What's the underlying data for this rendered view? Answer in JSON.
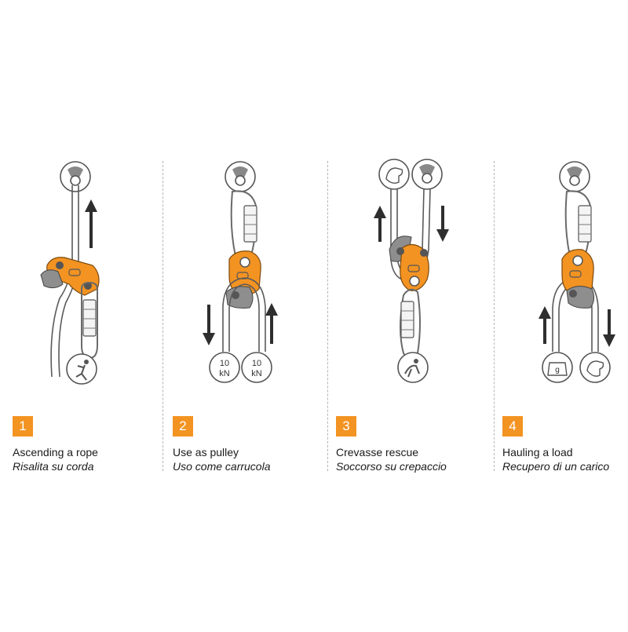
{
  "colors": {
    "accent": "#f39322",
    "rope": "#5a5a5a",
    "arrow": "#2e2e2e",
    "device_plate": "#8e8e8e"
  },
  "panels": [
    {
      "number": "1",
      "title_en": "Ascending a rope",
      "title_it": "Risalita su corda"
    },
    {
      "number": "2",
      "title_en": "Use as pulley",
      "title_it": "Uso come carrucola",
      "load_labels": [
        {
          "value": "10",
          "unit": "kN"
        },
        {
          "value": "10",
          "unit": "kN"
        }
      ]
    },
    {
      "number": "3",
      "title_en": "Crevasse rescue",
      "title_it": "Soccorso su crepaccio"
    },
    {
      "number": "4",
      "title_en": "Hauling a load",
      "title_it": "Recupero di un carico",
      "weight_label": "g"
    }
  ]
}
